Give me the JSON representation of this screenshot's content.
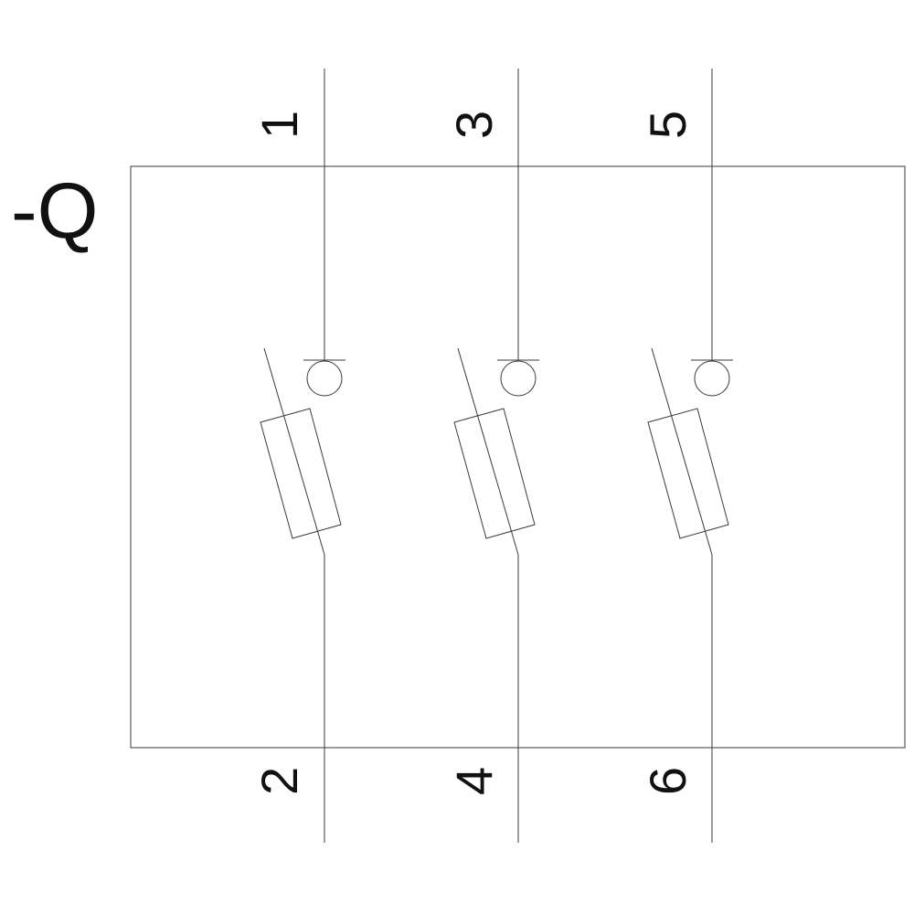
{
  "device": {
    "designation": "-Q"
  },
  "poles": [
    {
      "top_terminal": "1",
      "bottom_terminal": "2"
    },
    {
      "top_terminal": "3",
      "bottom_terminal": "4"
    },
    {
      "top_terminal": "5",
      "bottom_terminal": "6"
    }
  ],
  "colors": {
    "line": "#3a3a3a",
    "text": "#111111",
    "background": "#ffffff"
  }
}
